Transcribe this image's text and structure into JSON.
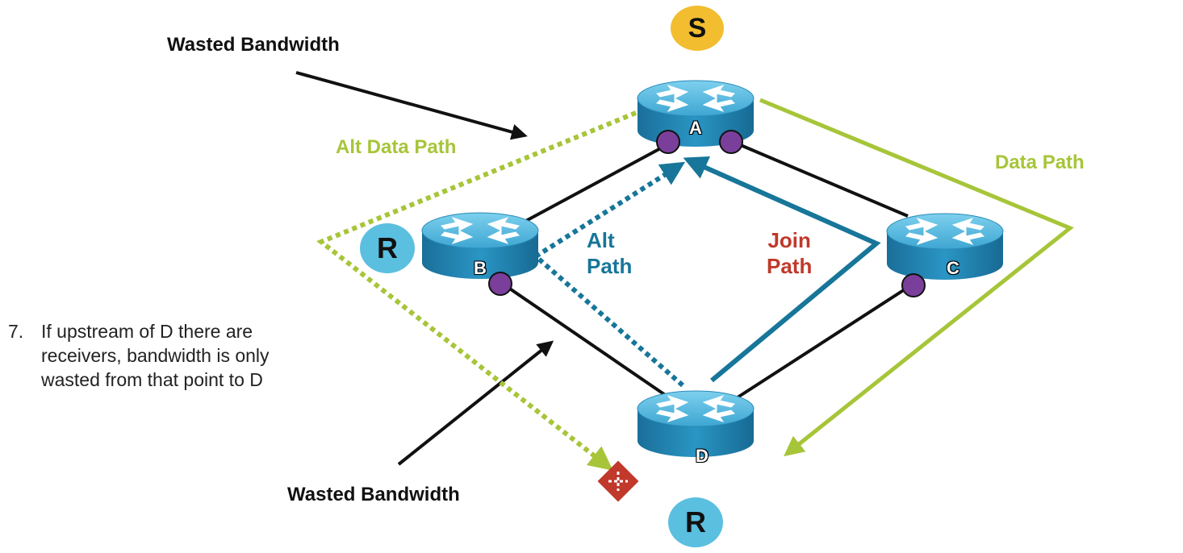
{
  "labels": {
    "wasted_top": "Wasted Bandwidth",
    "wasted_bottom": "Wasted Bandwidth",
    "alt_data_path": "Alt Data Path",
    "data_path": "Data Path",
    "alt_path_line1": "Alt",
    "alt_path_line2": "Path",
    "join_path_line1": "Join",
    "join_path_line2": "Path"
  },
  "note": {
    "number": "7.",
    "line1": "If upstream of D there are",
    "line2": "receivers, bandwidth is only",
    "line3": "wasted from that point to D"
  },
  "badges": {
    "source": "S",
    "receiver_left": "R",
    "receiver_bottom": "R"
  },
  "routers": {
    "a": "A",
    "b": "B",
    "c": "C",
    "d": "D"
  },
  "colors": {
    "data_path": "#a7c539",
    "join_path": "#177699",
    "join_label": "#c0392b",
    "link": "#111111",
    "router_body": "#1e86b5",
    "router_top": "#57bde3",
    "interface_dot": "#7a3f9a",
    "source_badge": "#f2bd2f",
    "receiver_badge": "#5bbfe0",
    "prune_mark": "#c0392b"
  }
}
